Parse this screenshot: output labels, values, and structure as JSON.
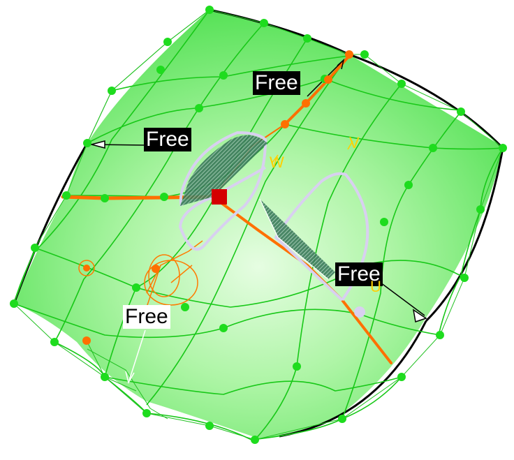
{
  "viewport": {
    "surface_color": "#5ee65e",
    "highlight_color": "#d8fbd4",
    "grid_color": "#1bcc1b",
    "control_point_color": "#1edc1e",
    "selected_color": "#ff6a00",
    "handle_color": "#cc0000",
    "manipulator_color": "#d8d0f0",
    "tangent_color": "#ffd000"
  },
  "labels": {
    "free_top": "Free",
    "free_left": "Free",
    "free_right": "Free",
    "free_bottom": "Free"
  },
  "axes": {
    "w": "W",
    "v": "V",
    "u": "U"
  }
}
